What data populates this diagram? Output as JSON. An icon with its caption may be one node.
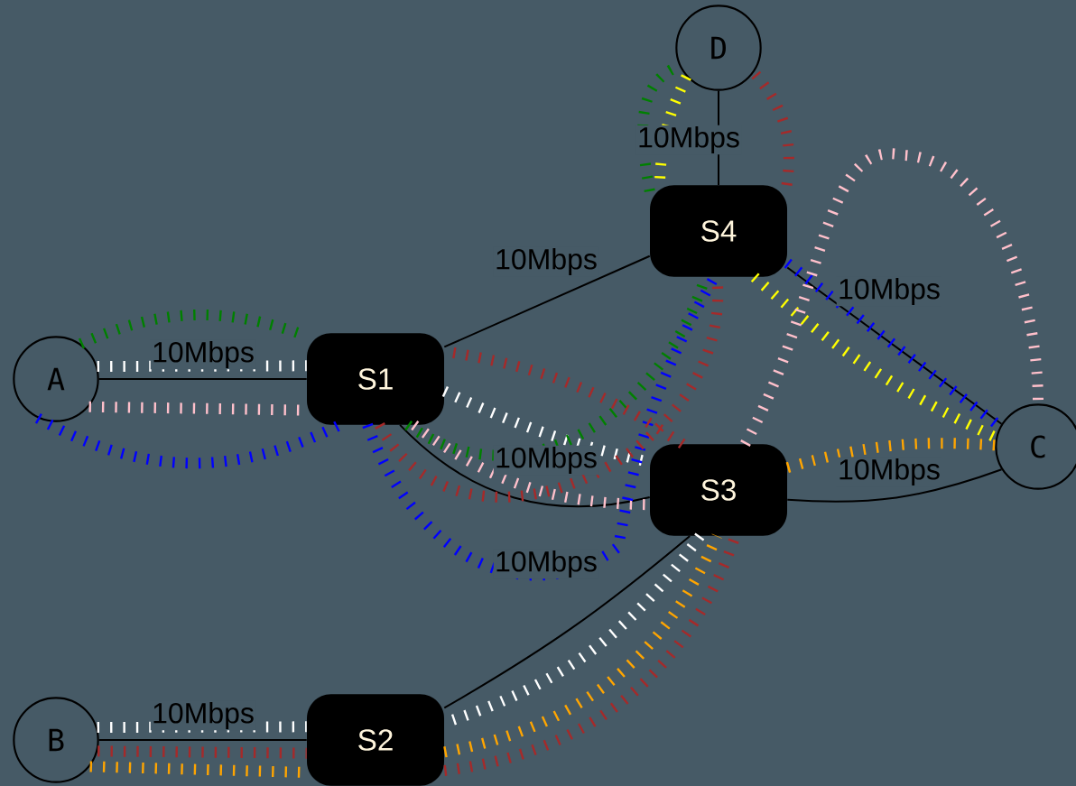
{
  "diagram": {
    "nodes": [
      {
        "text": [
          "A"
        ]
      },
      {
        "text": [
          "B"
        ]
      },
      {
        "text": [
          "C"
        ]
      },
      {
        "text": [
          "D"
        ]
      },
      {
        "text": [
          "S1"
        ]
      },
      {
        "text": [
          "S2"
        ]
      },
      {
        "text": [
          "S3"
        ]
      },
      {
        "text": [
          "S4"
        ]
      }
    ],
    "edges": [
      {
        "from": 0,
        "to": 4,
        "arrow": "none",
        "label": "10Mbps"
      },
      {
        "from": 1,
        "to": 5,
        "arrow": "none",
        "label": "10Mbps"
      },
      {
        "from": 4,
        "to": 7,
        "arrow": "none",
        "label": "10Mbps"
      },
      {
        "from": 4,
        "to": 6,
        "arrow": "none",
        "label": "10Mbps"
      },
      {
        "from": 5,
        "to": 6,
        "arrow": "none",
        "label": "10Mbps"
      },
      {
        "from": 6,
        "to": 2,
        "arrow": "none",
        "label": "10Mbps"
      },
      {
        "from": 7,
        "to": 2,
        "arrow": "none",
        "label": "10Mbps"
      },
      {
        "from": 7,
        "to": 3,
        "arrow": "none",
        "label": "10Mbps"
      },
      {
        "from": 0,
        "to": 4,
        "arrow": "none",
        "style": "dashed",
        "color": "#008000"
      },
      {
        "from": 0,
        "to": 4,
        "arrow": "none",
        "style": "dashed",
        "color": "#ffffff"
      },
      {
        "from": 0,
        "to": 4,
        "arrow": "none",
        "style": "dashed",
        "color": "#ffc0cb"
      },
      {
        "from": 0,
        "to": 4,
        "arrow": "none",
        "style": "dashed",
        "color": "#0000ff"
      },
      {
        "from": 4,
        "to": 6,
        "arrow": "none",
        "style": "dashed",
        "color": "#ffffff"
      },
      {
        "from": 4,
        "to": 6,
        "arrow": "none",
        "style": "dashed",
        "color": "#ffc0cb"
      },
      {
        "from": 4,
        "to": 7,
        "arrow": "none",
        "style": "dashed",
        "color": "#0000ff"
      },
      {
        "from": 4,
        "to": 7,
        "arrow": "none",
        "style": "dashed",
        "color": "#008000"
      },
      {
        "from": 6,
        "to": 4,
        "arrow": "none",
        "style": "dashed",
        "color": "#a52a2a"
      },
      {
        "from": 4,
        "to": 7,
        "arrow": "none",
        "style": "dashed",
        "color": "#a52a2a"
      },
      {
        "from": 7,
        "to": 3,
        "arrow": "none",
        "style": "dashed",
        "color": "#008000"
      },
      {
        "from": 3,
        "to": 7,
        "arrow": "none",
        "style": "dashed",
        "color": "#ffff00"
      },
      {
        "from": 7,
        "to": 3,
        "arrow": "none",
        "style": "dashed",
        "color": "#a52a2a"
      },
      {
        "from": 7,
        "to": 2,
        "arrow": "none",
        "style": "dashed",
        "color": "#0000ff"
      },
      {
        "from": 7,
        "to": 2,
        "arrow": "none",
        "style": "dashed",
        "color": "#ffff00"
      },
      {
        "from": 6,
        "to": 2,
        "arrow": "none",
        "style": "dashed",
        "color": "#ffc0cb"
      },
      {
        "from": 6,
        "to": 2,
        "arrow": "none",
        "style": "dashed",
        "color": "#ffa500"
      },
      {
        "from": 6,
        "to": 5,
        "arrow": "none",
        "style": "dashed",
        "color": "#ffffff"
      },
      {
        "from": 5,
        "to": 6,
        "arrow": "none",
        "style": "dashed",
        "color": "#ffa500"
      },
      {
        "from": 5,
        "to": 6,
        "arrow": "none",
        "style": "dashed",
        "color": "#a52a2a"
      },
      {
        "from": 1,
        "to": 5,
        "arrow": "none",
        "style": "dashed",
        "color": "#ffffff"
      },
      {
        "from": 1,
        "to": 5,
        "arrow": "none",
        "style": "dashed",
        "color": "#a52a2a"
      },
      {
        "from": 1,
        "to": 5,
        "arrow": "none",
        "style": "dashed",
        "color": "#ffa500"
      }
    ]
  }
}
